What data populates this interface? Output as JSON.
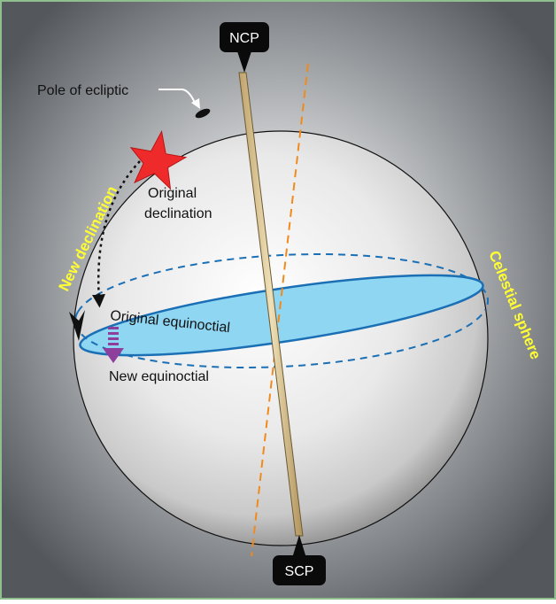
{
  "labels": {
    "ncp": "NCP",
    "scp": "SCP",
    "pole_of_ecliptic": "Pole of ecliptic",
    "original_declination_line1": "Original",
    "original_declination_line2": "declination",
    "new_declination": "New declination",
    "celestial_sphere": "Celestial sphere",
    "original_equinoctial": "Original equinoctial",
    "new_equinoctial": "New equinoctial"
  },
  "colors": {
    "background_center": "#f2f2f2",
    "background_edge": "#575b60",
    "frame_border": "#8fbf8f",
    "sphere_fill": "#e6e6e6",
    "equinoctial_fill": "#8fd6f2",
    "equinoctial_stroke": "#1a6fb5",
    "ecliptic_axis": "#f08a1c",
    "polar_axis": "#d8c08a",
    "star": "#ee2a2a",
    "new_declination_text": "#ffff33",
    "precession_arrow": "#8e3f9b"
  }
}
